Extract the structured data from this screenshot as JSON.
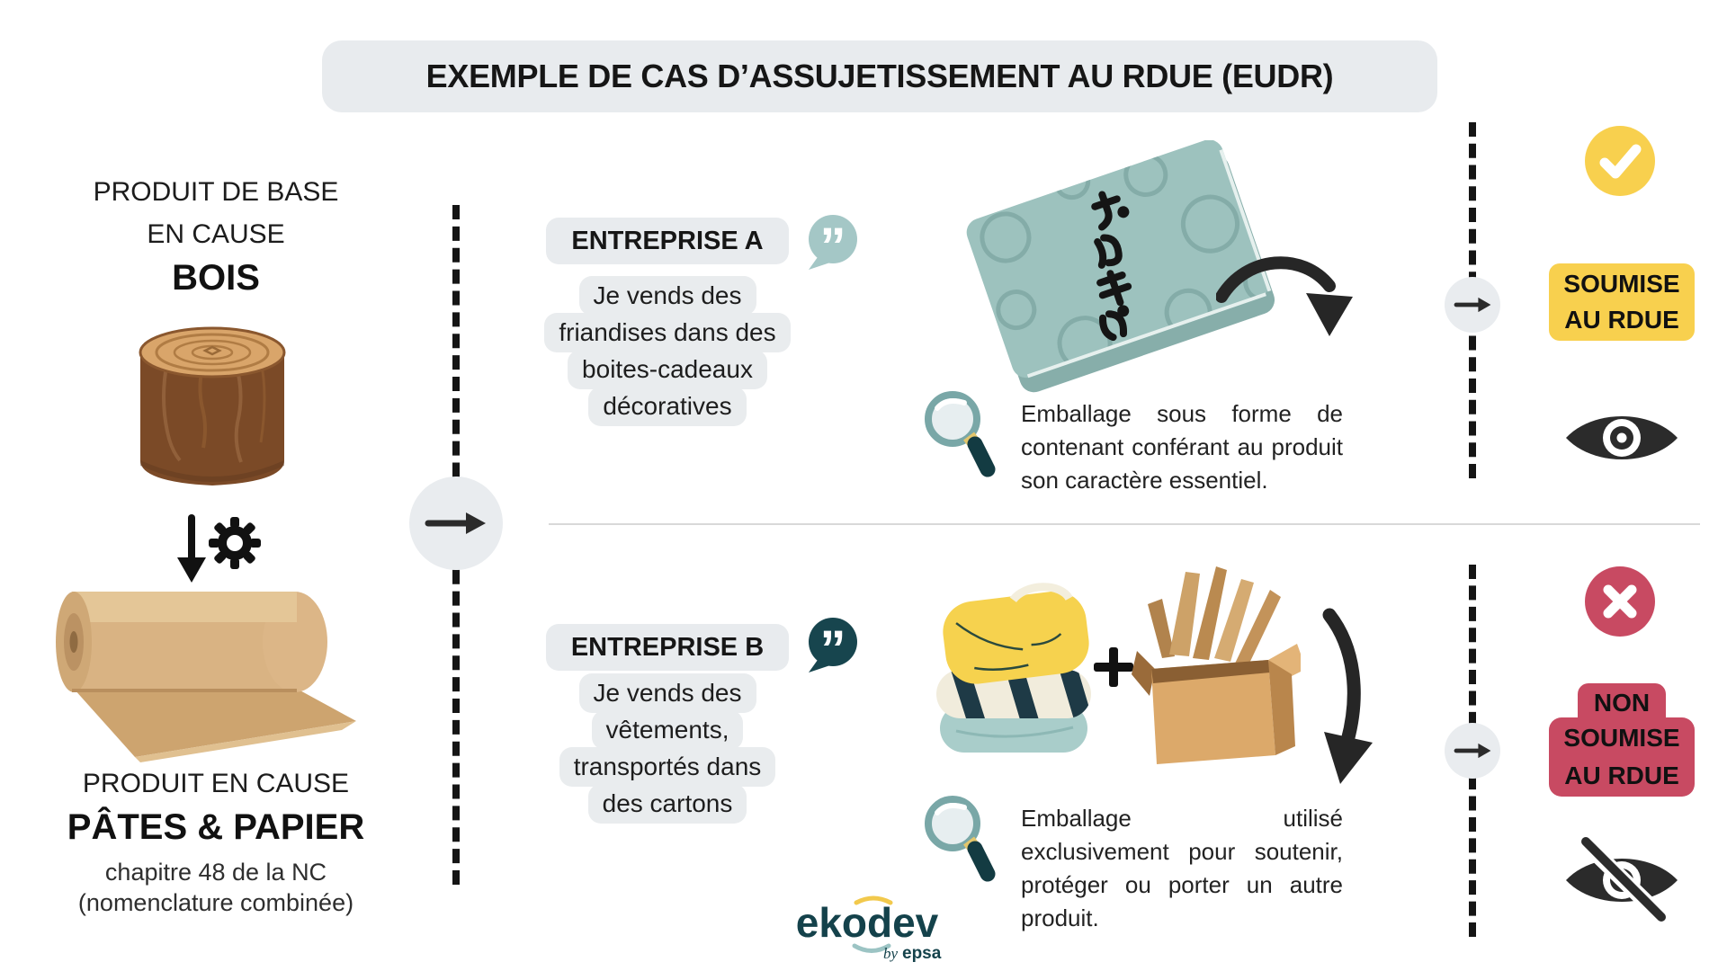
{
  "title": "EXEMPLE DE CAS D’ASSUJETISSEMENT AU RDUE (EUDR)",
  "left_column": {
    "base_heading_line1": "PRODUIT DE BASE",
    "base_heading_line2": "EN CAUSE",
    "base_product": "BOIS",
    "derived_heading": "PRODUIT EN CAUSE",
    "derived_product": "PÂTES & PAPIER",
    "derived_note_line1": "chapitre 48 de la NC",
    "derived_note_line2": "(nomenclature combinée)"
  },
  "case_a": {
    "label": "ENTREPRISE A",
    "quote_lines": [
      "Je vends des",
      "friandises dans des",
      "boites-cadeaux",
      "décoratives"
    ],
    "analysis": "Emballage sous forme de contenant conférant au produit son caractère essentiel.",
    "verdict_line1": "SOUMISE",
    "verdict_line2": "AU RDUE",
    "status": "soumise"
  },
  "case_b": {
    "label": "ENTREPRISE B",
    "quote_lines": [
      "Je vends des",
      "vêtements,",
      "transportés dans",
      "des cartons"
    ],
    "analysis": "Emballage utilisé exclusivement pour soutenir, protéger ou porter un autre produit.",
    "verdict_line1": "NON",
    "verdict_line2": "SOUMISE",
    "verdict_line3": "AU RDUE",
    "status": "non-soumise"
  },
  "footer": {
    "logo_text": "ekodev",
    "logo_by": "by",
    "logo_brand": "epsa"
  },
  "icons": {
    "check": "check-mark",
    "cross": "cross-mark",
    "eye": "eye-visible",
    "eye_slash": "eye-not-visible",
    "quote": "”",
    "arrow_right": "→",
    "arrow_down": "↓",
    "gear": "⚙",
    "magnifier": "loupe",
    "plus": "+"
  },
  "colors": {
    "accent_yellow": "#F8D04E",
    "accent_red": "#C84A62",
    "teal_light": "#A4C7C6",
    "teal_dark": "#17454E",
    "gray_pill": "#E8EBEE",
    "logo_teal": "#14424B"
  }
}
